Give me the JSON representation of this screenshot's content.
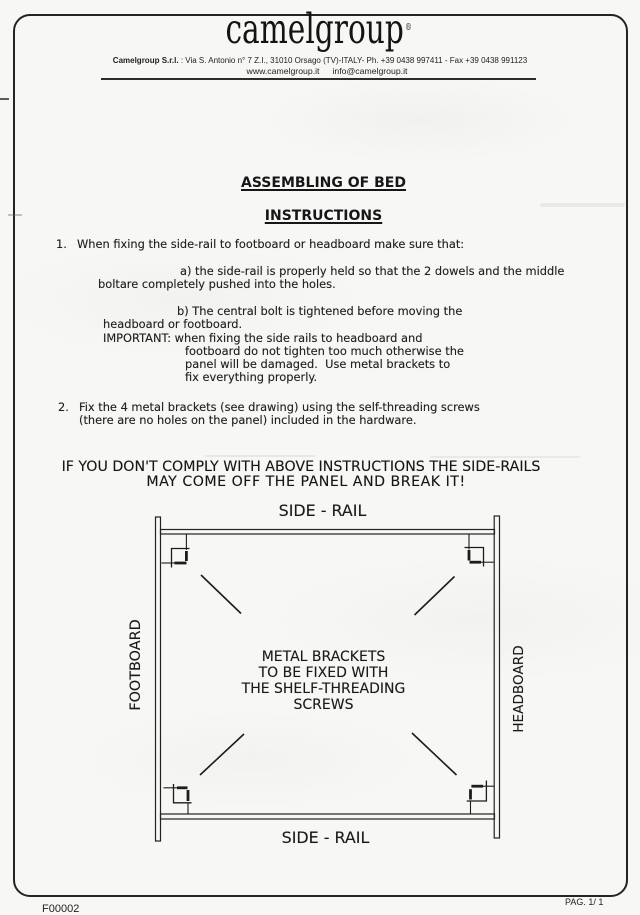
{
  "header": {
    "logo": "camelgroup",
    "logo_mark": "®",
    "address_bold": "Camelgroup S.r.l.",
    "address_rest": " : Via S. Antonio n° 7 Z.I., 31010 Orsago (TV)-ITALY- Ph. +39 0438 997411 - Fax +39 0438 991123",
    "website": "www.camelgroup.it",
    "email": "info@camelgroup.it"
  },
  "titles": {
    "main": "ASSEMBLING OF BED",
    "sub": "INSTRUCTIONS"
  },
  "instructions": {
    "item1_num": "1.",
    "item1_text": "When fixing the side-rail to footboard or headboard make sure that:",
    "a_line1": "a) the side-rail is properly held so that the 2 dowels and the middle",
    "a_line2": "boltare completely pushed into the holes.",
    "b_line1": "b) The central bolt is tightened before moving the",
    "b_line2": "headboard or footboard.",
    "b_line3": "IMPORTANT: when fixing the side rails to headboard and",
    "b_line4": "footboard do not tighten too much otherwise the",
    "b_line5": "panel will be damaged.  Use metal brackets to",
    "b_line6": "fix everything properly.",
    "item2_num": "2.",
    "item2_line1": "Fix the 4 metal brackets (see drawing) using the self-threading screws",
    "item2_line2": "(there are no holes on the panel) included in the hardware."
  },
  "warning": {
    "line1": "IF YOU DON'T COMPLY WITH ABOVE INSTRUCTIONS THE SIDE-RAILS",
    "line2": "MAY COME OFF THE PANEL AND BREAK IT!"
  },
  "diagram": {
    "top_label": "SIDE - RAIL",
    "bottom_label": "SIDE - RAIL",
    "left_label": "FOOTBOARD",
    "right_label": "HEADBOARD",
    "center_line1": "METAL BRACKETS",
    "center_line2": "TO BE FIXED WITH",
    "center_line3": "THE SHELF-THREADING",
    "center_line4": "SCREWS"
  },
  "footer": {
    "doc_code": "F00002",
    "page": "PAG. 1/ 1"
  },
  "colors": {
    "ink": "#1e1e1e",
    "paper": "#f7f7f5"
  }
}
